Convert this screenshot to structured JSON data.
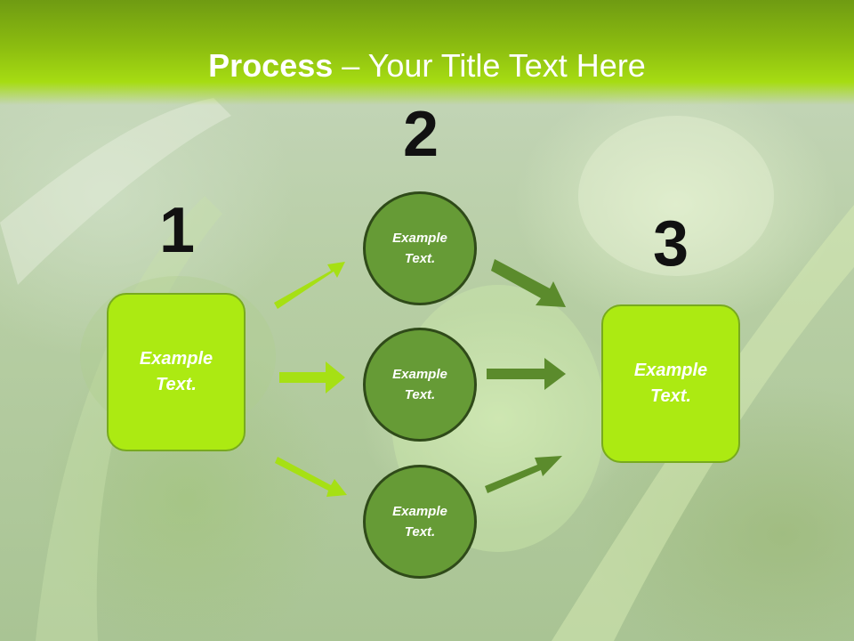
{
  "slide": {
    "title_bold": "Process",
    "title_rest": " – Your Title Text Here",
    "colors": {
      "header": "#8cbd10",
      "box_fill": "#acea12",
      "circle_fill": "#669b36",
      "left_arrows": "#a6e014",
      "right_arrows": "#5b8b2c"
    }
  },
  "diagram": {
    "steps": [
      {
        "number": "1",
        "line1": "Example",
        "line2": "Text."
      },
      {
        "number": "2",
        "line1": "Example",
        "line2": "Text."
      },
      {
        "number": "3",
        "line1": "Example",
        "line2": "Text."
      }
    ],
    "middle_nodes": [
      {
        "line1": "Example",
        "line2": "Text."
      },
      {
        "line1": "Example",
        "line2": "Text."
      },
      {
        "line1": "Example",
        "line2": "Text."
      }
    ]
  }
}
